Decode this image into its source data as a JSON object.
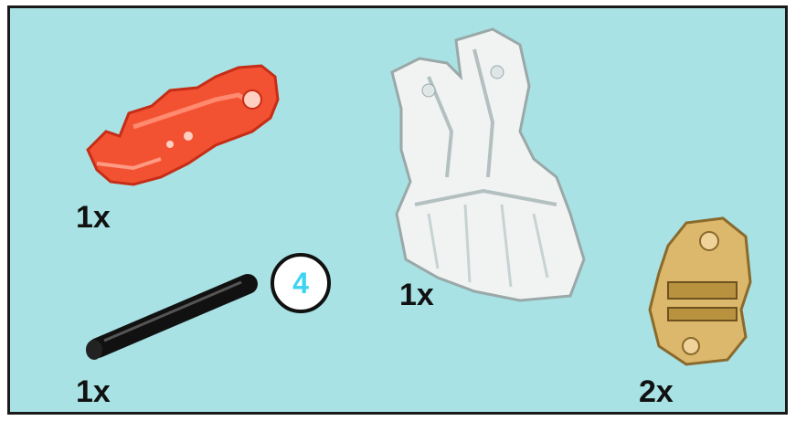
{
  "parts": [
    {
      "name": "red-connector",
      "color": "#f04a2e",
      "quantity": "1x"
    },
    {
      "name": "white-armor-piece",
      "color": "#f2f2f2",
      "quantity": "1x"
    },
    {
      "name": "black-axle",
      "color": "#111111",
      "quantity": "1x",
      "length_badge": "4"
    },
    {
      "name": "tan-cross-connector",
      "color": "#d8b56a",
      "quantity": "2x"
    }
  ],
  "background_color": "#a8e2e4"
}
